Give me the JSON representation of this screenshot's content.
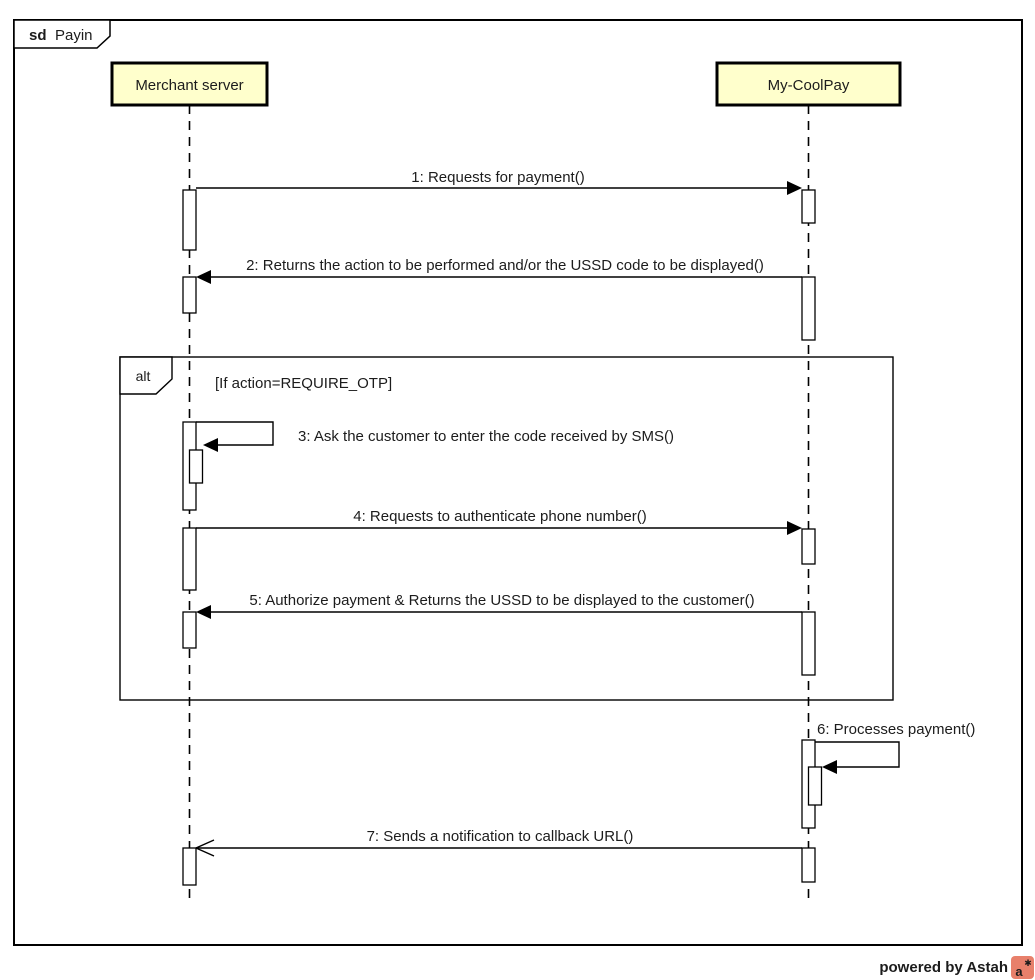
{
  "frame": {
    "operator": "sd",
    "title": "Payin"
  },
  "lifelines": [
    {
      "id": "merchant",
      "label": "Merchant server"
    },
    {
      "id": "coolpay",
      "label": "My-CoolPay"
    }
  ],
  "fragment": {
    "operator": "alt",
    "guard": "[If action=REQUIRE_OTP]"
  },
  "messages": [
    {
      "label": "1: Requests for payment()",
      "from": "merchant",
      "to": "coolpay",
      "arrow": "filled"
    },
    {
      "label": "2: Returns the action to be performed and/or the USSD code to be displayed()",
      "from": "coolpay",
      "to": "merchant",
      "arrow": "filled"
    },
    {
      "label": "3: Ask the customer to enter the code received by SMS()",
      "from": "merchant",
      "to": "merchant",
      "arrow": "filled",
      "self_message": true
    },
    {
      "label": "4: Requests to authenticate phone number()",
      "from": "merchant",
      "to": "coolpay",
      "arrow": "filled"
    },
    {
      "label": "5: Authorize payment & Returns the USSD to be displayed to the customer()",
      "from": "coolpay",
      "to": "merchant",
      "arrow": "filled"
    },
    {
      "label": "6: Processes payment()",
      "from": "coolpay",
      "to": "coolpay",
      "arrow": "filled",
      "self_message": true
    },
    {
      "label": "7: Sends a notification to callback URL()",
      "from": "coolpay",
      "to": "merchant",
      "arrow": "open"
    }
  ],
  "footer": {
    "credit": "powered by Astah",
    "logo_letter": "a",
    "logo_star": "✱"
  },
  "colors": {
    "head_fill": "#ffffcc",
    "line": "#000000",
    "footer_text": "#b4b4b4",
    "logo_bg": "#e8806b"
  }
}
